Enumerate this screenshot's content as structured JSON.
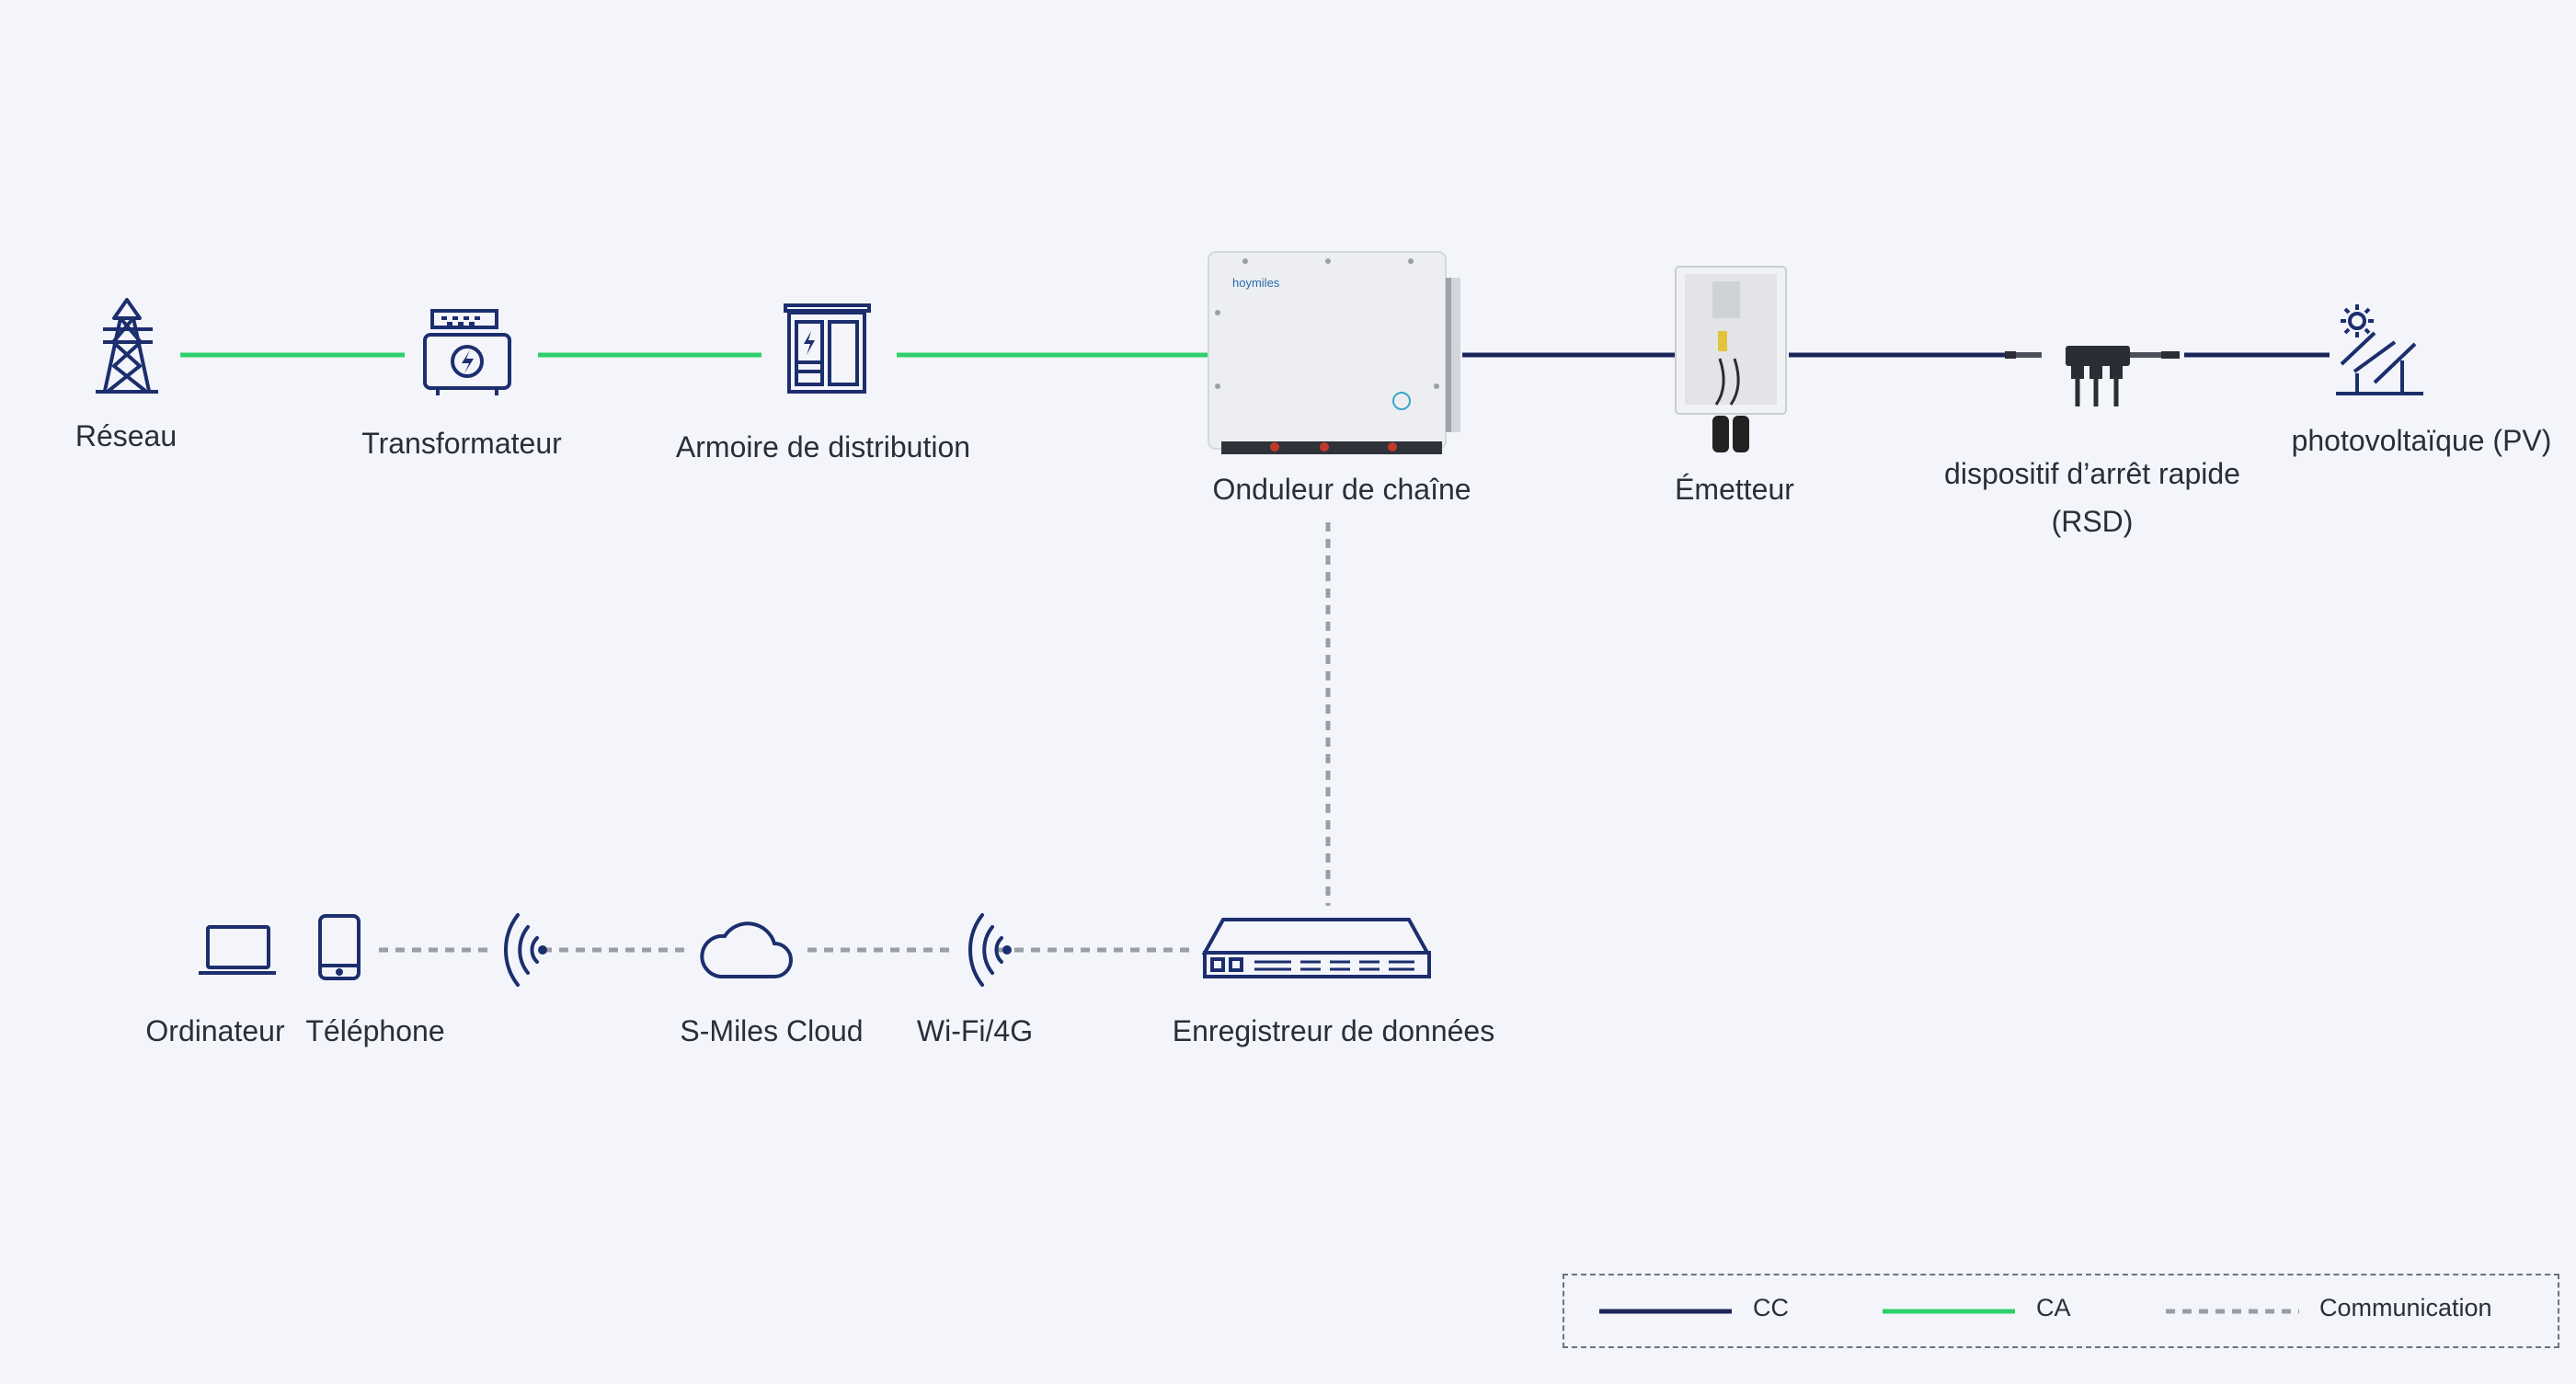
{
  "colors": {
    "dc": "#1c2559",
    "ac": "#2fd06b",
    "comm": "#9a9da6",
    "icon": "#1c2e6e",
    "bg": "#f3f5fa"
  },
  "nodes": {
    "grid": "Réseau",
    "transformer": "Transformateur",
    "cabinet": "Armoire de distribution",
    "inverter": "Onduleur de chaîne",
    "inverter_brand": "hoymiles",
    "transmitter": "Émetteur",
    "rsd_line1": "dispositif d’arrêt rapide",
    "rsd_line2": "(RSD)",
    "pv": "photovoltaïque (PV)",
    "computer": "Ordinateur",
    "phone": "Téléphone",
    "cloud": "S-Miles Cloud",
    "wifi": "Wi-Fi/4G",
    "datalogger": "Enregistreur de données"
  },
  "icons": [
    "transmission-tower-icon",
    "transformer-icon",
    "distribution-cabinet-icon",
    "solar-panel-icon",
    "laptop-icon",
    "phone-icon",
    "wifi-signal-icon",
    "cloud-icon",
    "data-logger-icon"
  ],
  "legend": {
    "dc": "CC",
    "ac": "CA",
    "comm": "Communication"
  }
}
